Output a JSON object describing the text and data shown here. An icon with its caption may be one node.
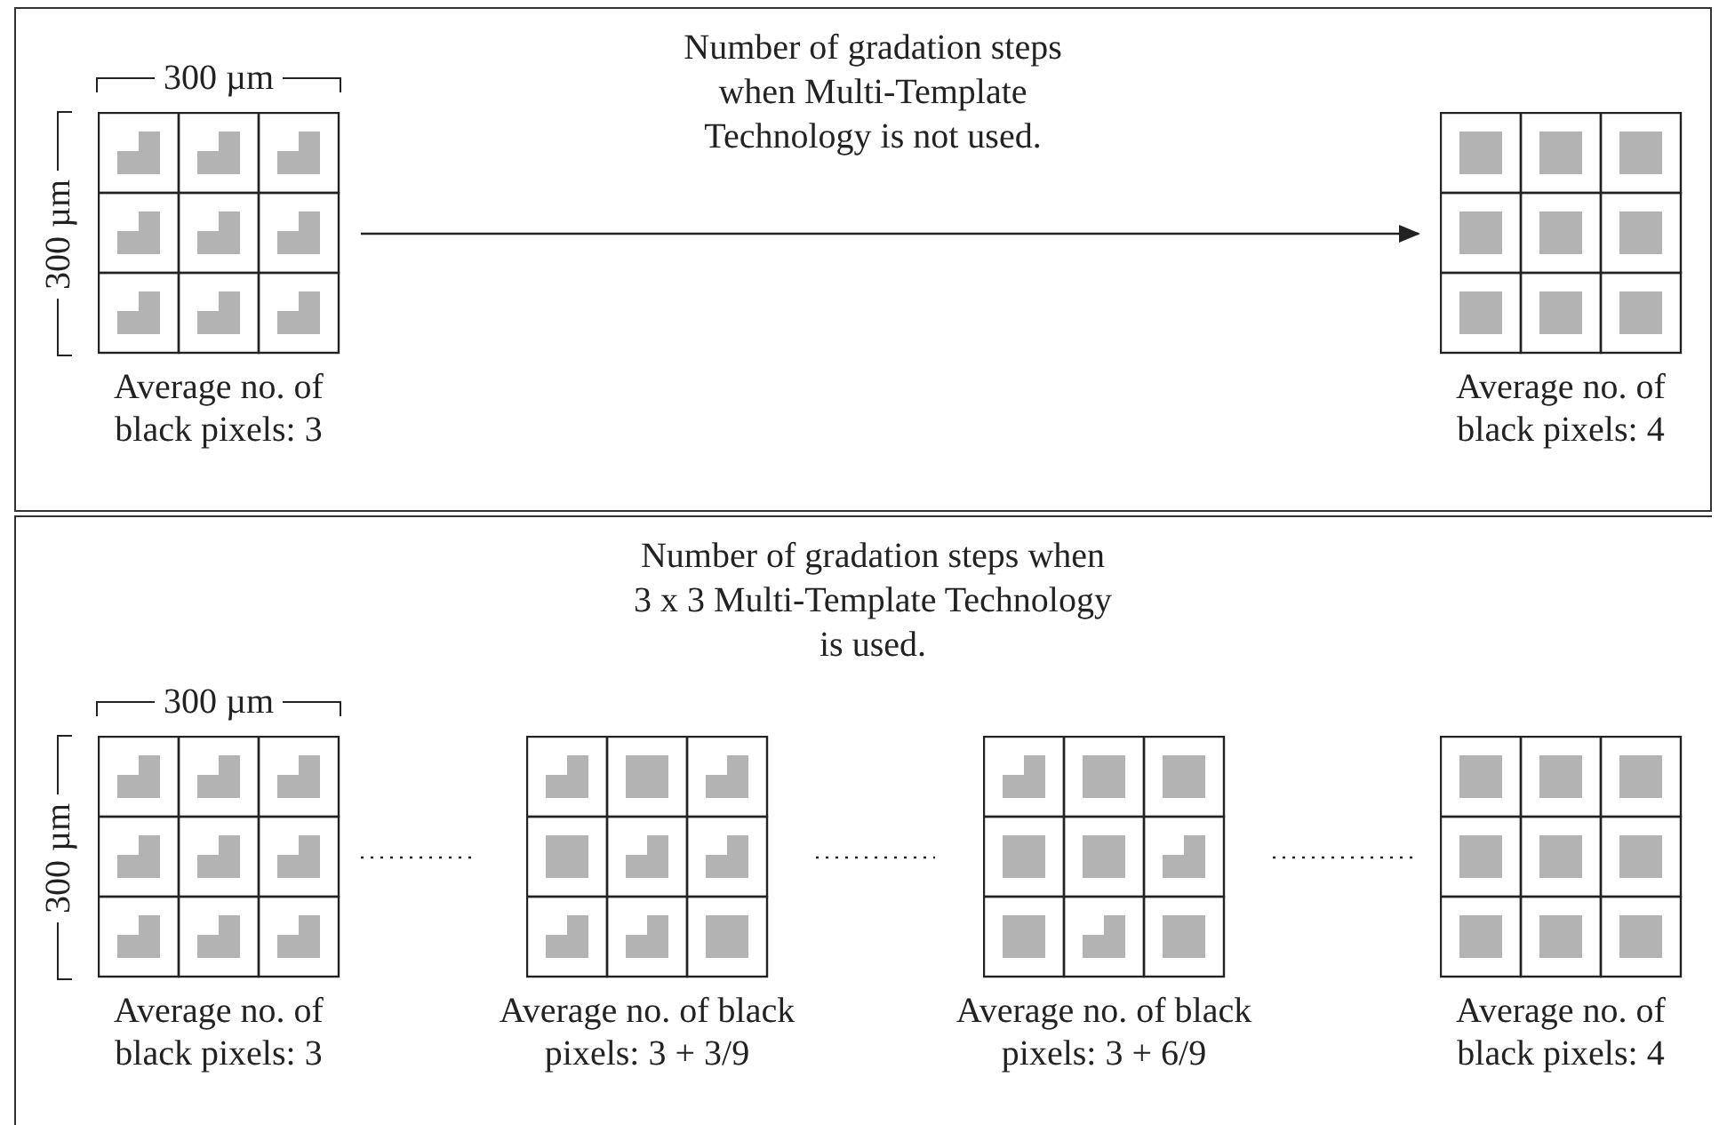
{
  "diagram": {
    "nodes": [
      {
        "text": [
          "Number of gradation steps when Multi-Template Technology is not used."
        ]
      },
      {
        "text": [],
        "shape": "grid",
        "in": 0,
        "beside": [
          "Average no. of black pixels: 3"
        ]
      },
      {
        "text": [],
        "shape": "grid",
        "in": 0,
        "beside": [
          "Average no. of black pixels: 4"
        ]
      },
      {
        "text": [
          "Number of gradation steps when 3 x 3 Multi-Template Technology is used."
        ]
      },
      {
        "text": [],
        "shape": "grid",
        "in": 3,
        "beside": [
          "Average no. of black pixels: 3"
        ]
      },
      {
        "text": [],
        "shape": "grid",
        "in": 3,
        "beside": [
          "Average no. of black pixels: 3 + 3/9"
        ]
      },
      {
        "text": [],
        "shape": "grid",
        "in": 3,
        "beside": [
          "Average no. of black pixels: 3 + 6/9"
        ]
      },
      {
        "text": [],
        "shape": "grid",
        "in": 3,
        "beside": [
          "Average no. of black pixels: 4"
        ]
      }
    ],
    "edges": [
      {
        "from": 1,
        "to": 2,
        "arrow": "to"
      },
      {
        "from": 4,
        "to": 5,
        "arrow": "none",
        "style": "dashed"
      },
      {
        "from": 5,
        "to": 6,
        "arrow": "none",
        "style": "dashed"
      },
      {
        "from": 6,
        "to": 7,
        "arrow": "none",
        "style": "dashed"
      }
    ],
    "labels": [
      "300 µm",
      "300 µm",
      "300 µm",
      "300 µm"
    ]
  }
}
